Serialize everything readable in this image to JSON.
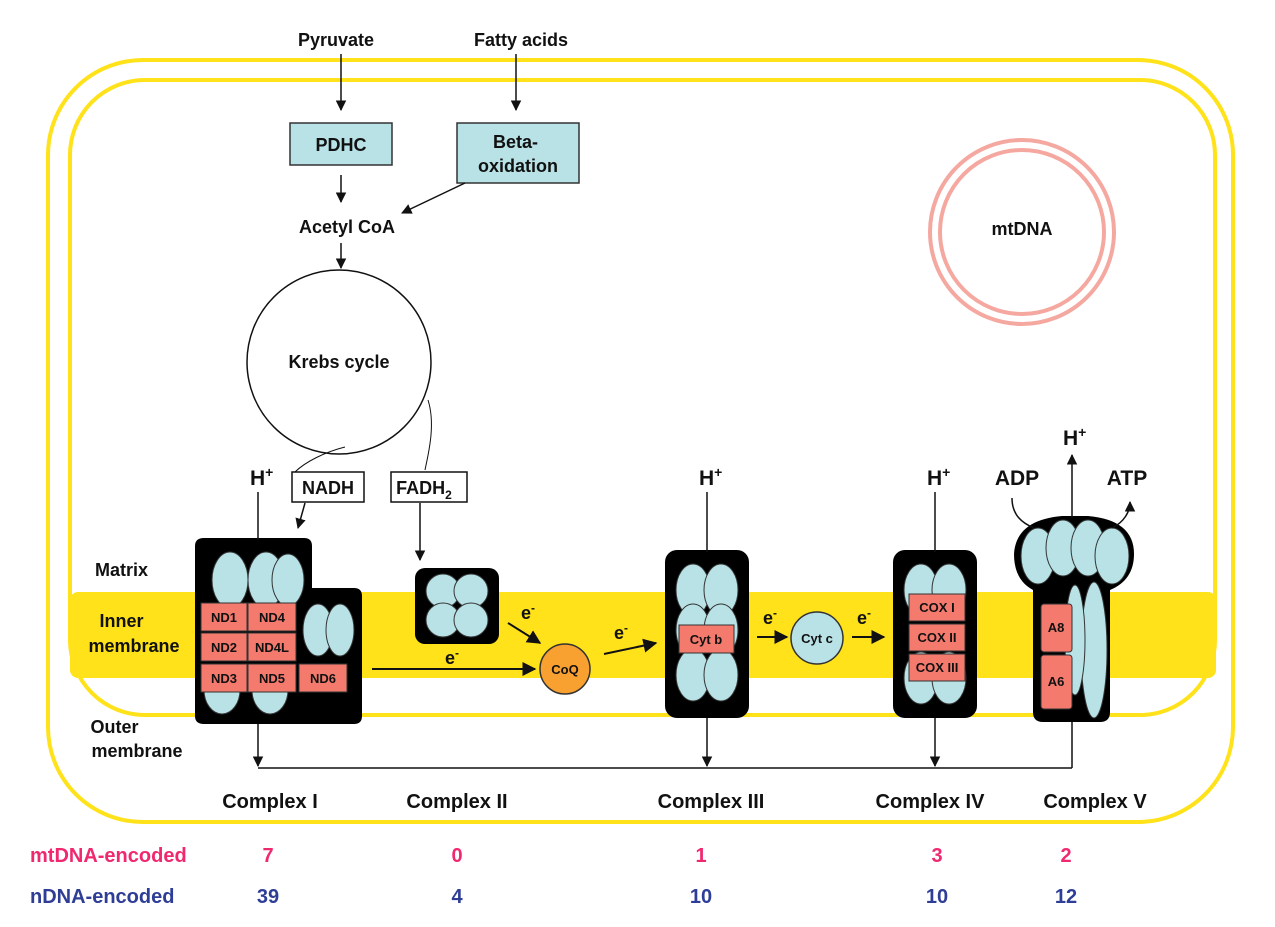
{
  "inputs": {
    "pyruvate": "Pyruvate",
    "fatty_acids": "Fatty acids"
  },
  "pathway": {
    "pdhc": "PDHC",
    "beta_oxidation": [
      "Beta-",
      "oxidation"
    ],
    "acetyl_coa": "Acetyl CoA",
    "krebs": "Krebs cycle",
    "nadh": "NADH",
    "fadh2_base": "FADH",
    "fadh2_sub": "2"
  },
  "mtdna": "mtDNA",
  "compartments": {
    "matrix": "Matrix",
    "inner_membrane": [
      "Inner",
      "membrane"
    ],
    "outer_membrane": [
      "Outer",
      "membrane"
    ]
  },
  "proton": {
    "base": "H",
    "sup": "+"
  },
  "electron": {
    "base": "e",
    "sup": "-"
  },
  "complex1_subunits": [
    "ND1",
    "ND4",
    "ND2",
    "ND4L",
    "ND3",
    "ND5",
    "ND6"
  ],
  "carriers": {
    "coq": "CoQ",
    "cyt_c": "Cyt c",
    "cyt_b": "Cyt b"
  },
  "complex4_subunits": [
    "COX I",
    "COX II",
    "COX III"
  ],
  "complex5_subunits": [
    "A8",
    "A6"
  ],
  "adp": "ADP",
  "atp": "ATP",
  "complex_names": [
    "Complex I",
    "Complex II",
    "Complex III",
    "Complex IV",
    "Complex V"
  ],
  "table": {
    "mt_label": "mtDNA-encoded",
    "nd_label": "nDNA-encoded",
    "mt_values": [
      "7",
      "0",
      "1",
      "3",
      "2"
    ],
    "nd_values": [
      "39",
      "4",
      "10",
      "10",
      "12"
    ]
  },
  "colors": {
    "membrane": "#FFE21A",
    "subunit": "#F47A6E",
    "ellipse": "#B8E2E6",
    "coq": "#F8A030",
    "mt_text": "#F0286E",
    "nd_text": "#2E3D96",
    "mtdna_ring": "#F5A8A0"
  }
}
